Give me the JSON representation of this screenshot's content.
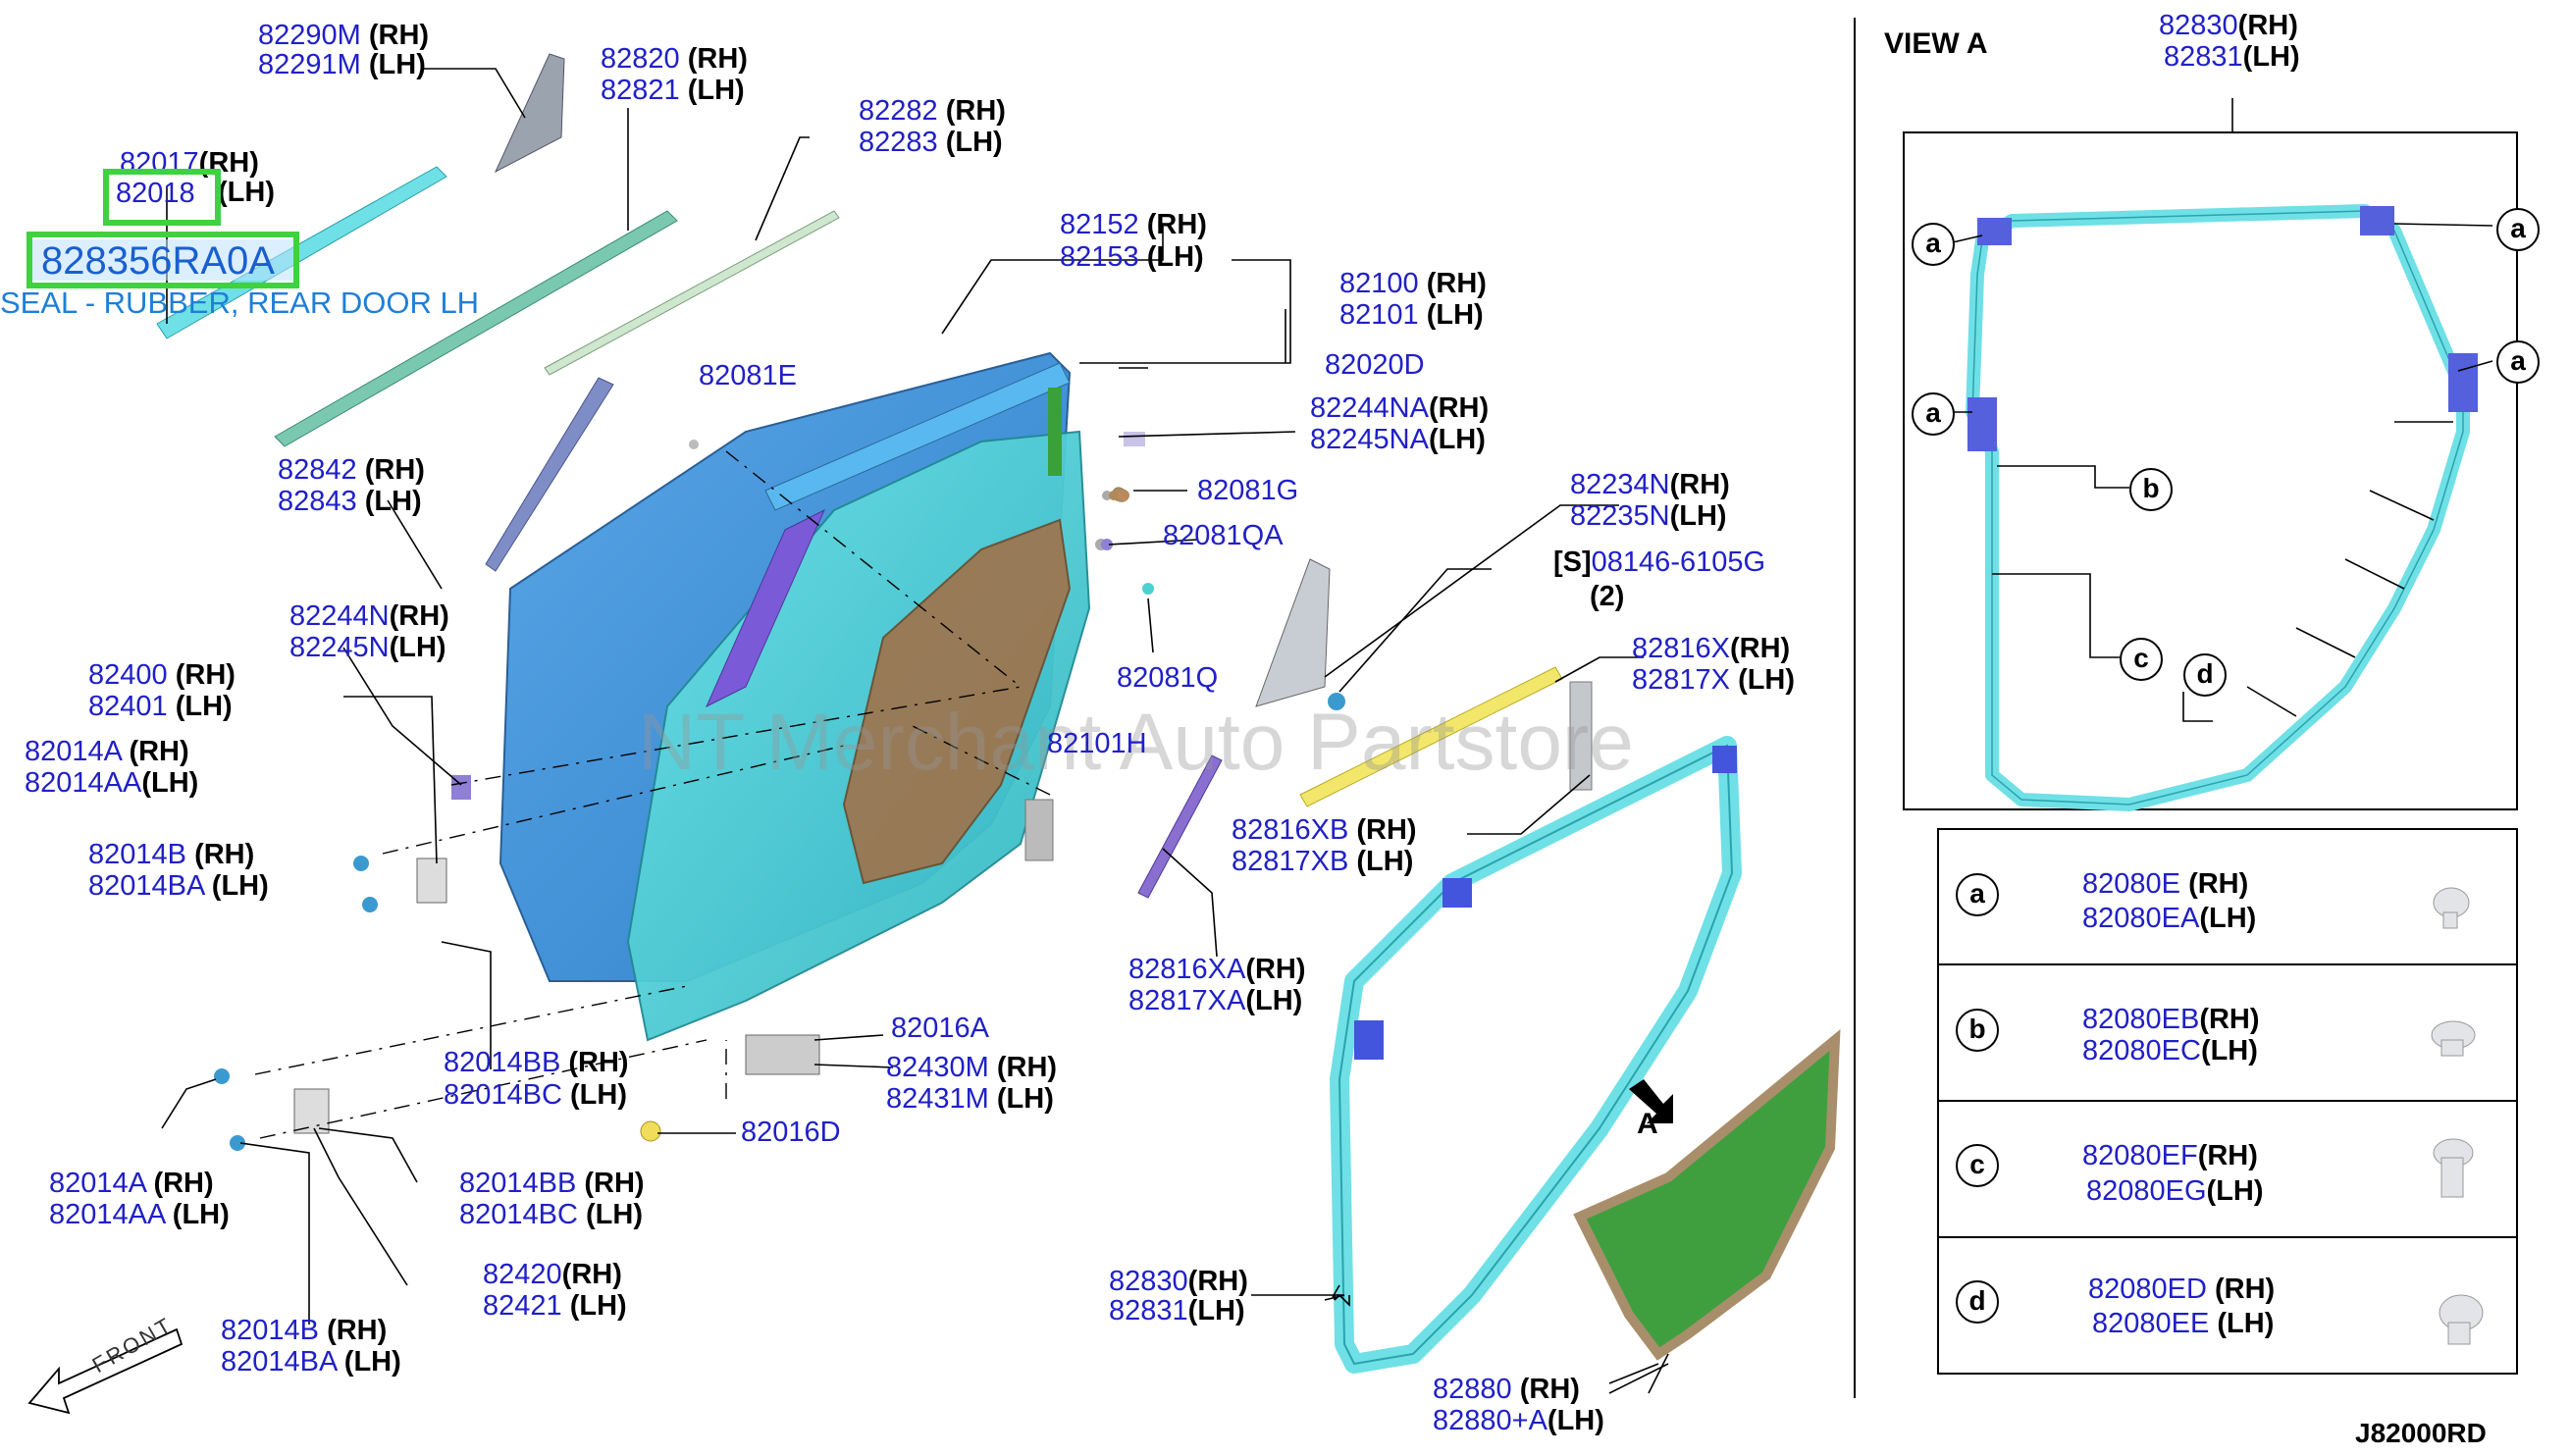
{
  "diagram_code": "J82000RD",
  "watermark": "NT Merchant Auto Partstore",
  "view_label": "VIEW A",
  "arrow_label": "A",
  "front_label": "FRONT",
  "highlight": {
    "part": "82018",
    "part_number": "828356RA0A",
    "description": "SEAL - RUBBER, REAR DOOR LH"
  },
  "labels": [
    {
      "pn": "82290M",
      "side": "(RH)"
    },
    {
      "pn": "82291M",
      "side": "(LH)"
    },
    {
      "pn": "82820",
      "side": "(RH)"
    },
    {
      "pn": "82821",
      "side": "(LH)"
    },
    {
      "pn": "82282",
      "side": "(RH)"
    },
    {
      "pn": "82283",
      "side": "(LH)"
    },
    {
      "pn": "82017",
      "side": "(RH)"
    },
    {
      "pn": "",
      "side": "(LH)"
    },
    {
      "pn": "82152",
      "side": "(RH)"
    },
    {
      "pn": "82153",
      "side": "(LH)"
    },
    {
      "pn": "82100",
      "side": "(RH)"
    },
    {
      "pn": "82101",
      "side": "(LH)"
    },
    {
      "pn": "82020D",
      "side": ""
    },
    {
      "pn": "82081E",
      "side": ""
    },
    {
      "pn": "82244NA",
      "side": "(RH)"
    },
    {
      "pn": "82245NA",
      "side": "(LH)"
    },
    {
      "pn": "82842",
      "side": "(RH)"
    },
    {
      "pn": "82843",
      "side": "(LH)"
    },
    {
      "pn": "82081G",
      "side": ""
    },
    {
      "pn": "82081QA",
      "side": ""
    },
    {
      "pn": "82234N",
      "side": "(RH)"
    },
    {
      "pn": "82235N",
      "side": "(LH)"
    },
    {
      "pn": "08146-6105G",
      "side": ""
    },
    {
      "pn": "",
      "side": "(2)"
    },
    {
      "pn": "82244N",
      "side": "(RH)"
    },
    {
      "pn": "82245N",
      "side": "(LH)"
    },
    {
      "pn": "82400",
      "side": "(RH)"
    },
    {
      "pn": "82401",
      "side": "(LH)"
    },
    {
      "pn": "82081Q",
      "side": ""
    },
    {
      "pn": "82816X",
      "side": "(RH)"
    },
    {
      "pn": "82817X",
      "side": "(LH)"
    },
    {
      "pn": "82014A",
      "side": "(RH)"
    },
    {
      "pn": "82014AA",
      "side": "(LH)"
    },
    {
      "pn": "82101H",
      "side": ""
    },
    {
      "pn": "82014B",
      "side": "(RH)"
    },
    {
      "pn": "82014BA",
      "side": "(LH)"
    },
    {
      "pn": "82816XB",
      "side": "(RH)"
    },
    {
      "pn": "82817XB",
      "side": "(LH)"
    },
    {
      "pn": "82816XA",
      "side": "(RH)"
    },
    {
      "pn": "82817XA",
      "side": "(LH)"
    },
    {
      "pn": "82016A",
      "side": ""
    },
    {
      "pn": "82014BB",
      "side": "(RH)"
    },
    {
      "pn": "82014BC",
      "side": "(LH)"
    },
    {
      "pn": "82430M",
      "side": "(RH)"
    },
    {
      "pn": "82431M",
      "side": "(LH)"
    },
    {
      "pn": "82016D",
      "side": ""
    },
    {
      "pn": "82014A",
      "side": "(RH)"
    },
    {
      "pn": "82014AA",
      "side": "(LH)"
    },
    {
      "pn": "82014BB",
      "side": "(RH)"
    },
    {
      "pn": "82014BC",
      "side": "(LH)"
    },
    {
      "pn": "82420",
      "side": "(RH)"
    },
    {
      "pn": "82421",
      "side": "(LH)"
    },
    {
      "pn": "82014B",
      "side": "(RH)"
    },
    {
      "pn": "82014BA",
      "side": "(LH)"
    },
    {
      "pn": "82830",
      "side": "(RH)"
    },
    {
      "pn": "82831",
      "side": "(LH)"
    },
    {
      "pn": "82880",
      "side": "(RH)"
    },
    {
      "pn": "82880+A",
      "side": "(LH)"
    },
    {
      "pn": "82830",
      "side": "(RH)"
    },
    {
      "pn": "82831",
      "side": "(LH)"
    }
  ],
  "view_a_callouts": [
    "a",
    "a",
    "a",
    "a",
    "b",
    "c",
    "d"
  ],
  "legend": [
    {
      "key": "a",
      "rh": "82080E",
      "rh_side": "(RH)",
      "lh": "82080EA",
      "lh_side": "(LH)"
    },
    {
      "key": "b",
      "rh": "82080EB",
      "rh_side": "(RH)",
      "lh": "82080EC",
      "lh_side": "(LH)"
    },
    {
      "key": "c",
      "rh": "82080EF",
      "rh_side": "(RH)",
      "lh": "82080EG",
      "lh_side": "(LH)"
    },
    {
      "key": "d",
      "rh": "82080ED",
      "rh_side": "(RH)",
      "lh": "82080EE",
      "lh_side": "(LH)"
    }
  ],
  "screw_prefix": "[S]",
  "colors": {
    "part_number": "#2020c8",
    "highlight": "#3fd13f",
    "door_panel": "#3f8fd6",
    "seal": "#6fe0e6",
    "trim_green": "#3aa13a",
    "frame_brown": "#a0724a"
  }
}
